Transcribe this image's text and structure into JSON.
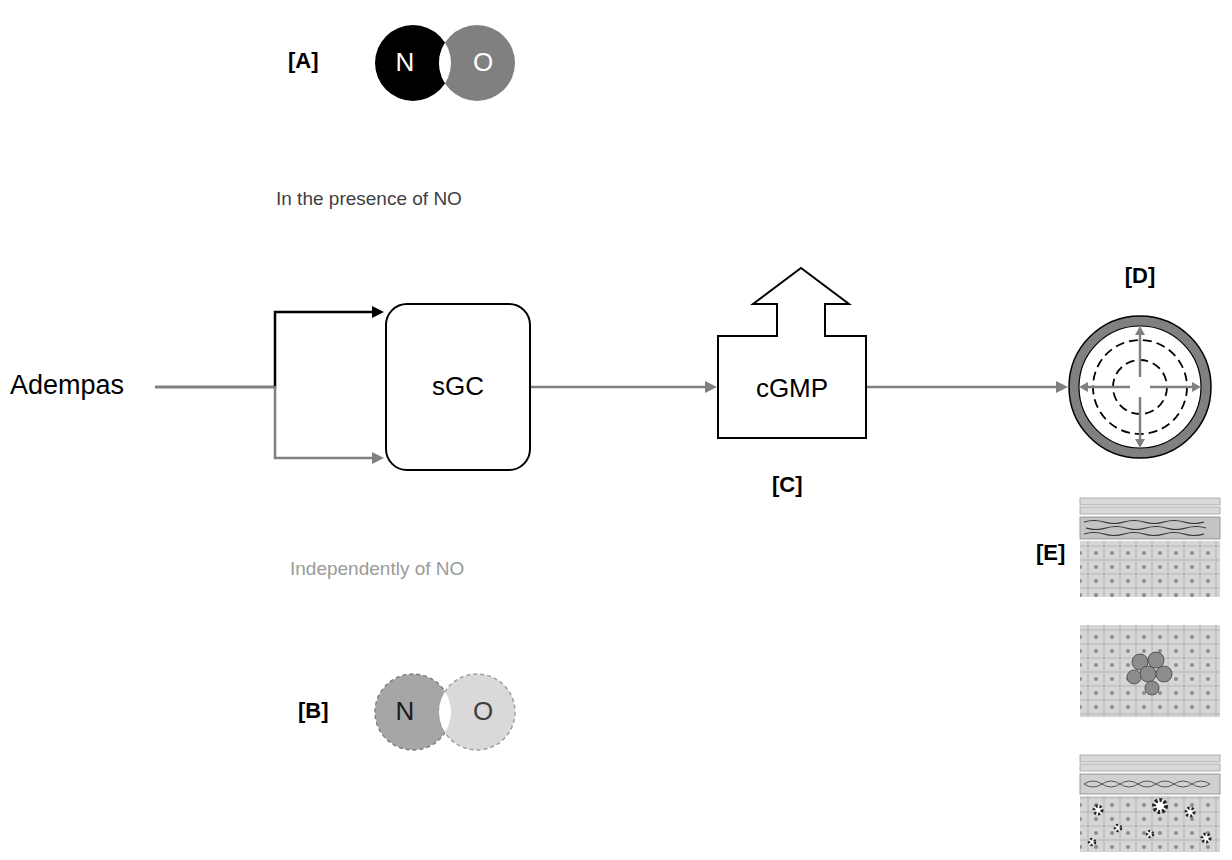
{
  "diagram": {
    "nodes": [
      {
        "text": [
          "N"
        ]
      },
      {
        "text": [
          "O"
        ]
      },
      {
        "text": [
          "sGC"
        ]
      },
      {
        "text": [
          "cGMP"
        ]
      },
      {
        "text": [
          "[D]"
        ]
      },
      {
        "text": [
          "N"
        ]
      },
      {
        "text": [
          "O"
        ]
      }
    ],
    "edges": [
      {
        "from": 2,
        "to": 3,
        "arrow": "to"
      },
      {
        "from": 3,
        "to": 4,
        "arrow": "to"
      }
    ],
    "labels": [
      "[A]",
      "In the presence of NO",
      "Adempas",
      "Independently of NO",
      "[C]",
      "[E]",
      "[B]"
    ]
  }
}
